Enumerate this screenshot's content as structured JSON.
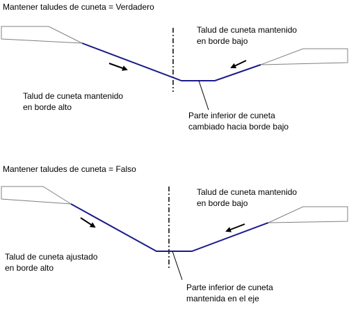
{
  "colors": {
    "ditch_line": "#1a1a8c",
    "slope_band": "#808080",
    "centerline": "#000000"
  },
  "top_diagram": {
    "title": "Mantener taludes de cuneta = Verdadero",
    "label_right_slope": [
      "Talud de cuneta mantenido",
      "en borde bajo"
    ],
    "label_left_slope": [
      "Talud de cuneta mantenido",
      "en borde alto"
    ],
    "label_bottom": [
      "Parte inferior de cuneta",
      "cambiado hacia borde bajo"
    ]
  },
  "bottom_diagram": {
    "title": "Mantener taludes de cuneta = Falso",
    "label_right_slope": [
      "Talud de cuneta mantenido",
      "en borde bajo"
    ],
    "label_left_slope": [
      "Talud de cuneta ajustado",
      "en borde alto"
    ],
    "label_bottom": [
      "Parte inferior de cuneta",
      "mantenida en el eje"
    ]
  }
}
